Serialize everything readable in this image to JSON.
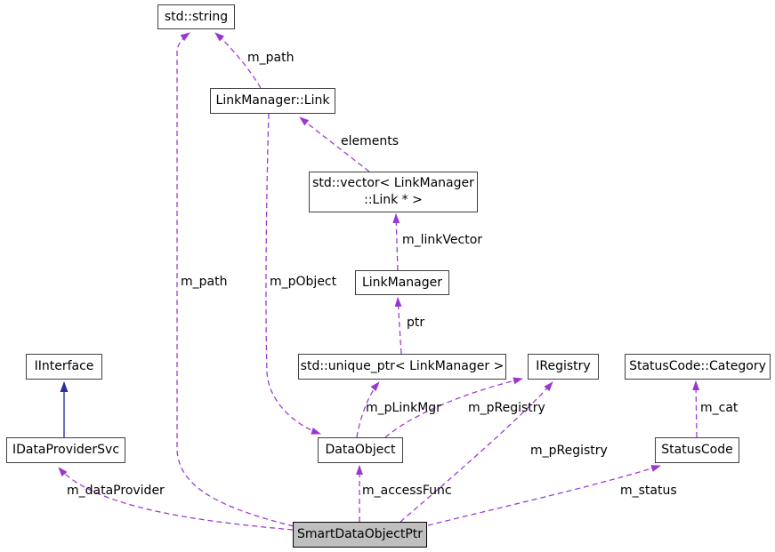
{
  "diagram": {
    "kind": "collaboration-graph",
    "colors": {
      "background": "#ffffff",
      "usage_edge": "#9a36d2",
      "inheritance_edge": "#2b3398",
      "node_fill": "#ffffff",
      "node_border": "#404040",
      "highlight_fill": "#bfbfbf",
      "highlight_border": "#000000"
    },
    "nodes": {
      "std_string": {
        "label": "std::string"
      },
      "linkmanager_link": {
        "label": "LinkManager::Link"
      },
      "std_vector": {
        "label_line1": "std::vector< LinkManager",
        "label_line2": "::Link * >"
      },
      "linkmanager": {
        "label": "LinkManager"
      },
      "iinterface": {
        "label": "IInterface"
      },
      "std_unique_ptr": {
        "label": "std::unique_ptr< LinkManager >"
      },
      "iregistry": {
        "label": "IRegistry"
      },
      "statuscode_category": {
        "label": "StatusCode::Category"
      },
      "idataprovidersvc": {
        "label": "IDataProviderSvc"
      },
      "dataobject": {
        "label": "DataObject"
      },
      "statuscode": {
        "label": "StatusCode"
      },
      "smartdataobjectptr": {
        "label": "SmartDataObjectPtr"
      }
    },
    "edges": [
      {
        "label": "m_path",
        "from": "LinkManager::Link",
        "to": "std::string",
        "style": "dashed"
      },
      {
        "label": "m_path",
        "from": "SmartDataObjectPtr",
        "to": "std::string",
        "style": "dashed"
      },
      {
        "label": "elements",
        "from": "std::vector< LinkManager ::Link * >",
        "to": "LinkManager::Link",
        "style": "dashed"
      },
      {
        "label": "m_linkVector",
        "from": "LinkManager",
        "to": "std::vector< LinkManager ::Link * >",
        "style": "dashed"
      },
      {
        "label": "ptr",
        "from": "std::unique_ptr< LinkManager >",
        "to": "LinkManager",
        "style": "dashed"
      },
      {
        "label": "m_pObject",
        "from": "LinkManager::Link",
        "to": "DataObject",
        "style": "dashed"
      },
      {
        "label": "m_pLinkMgr",
        "from": "DataObject",
        "to": "std::unique_ptr< LinkManager >",
        "style": "dashed"
      },
      {
        "label": "m_pRegistry",
        "from": "DataObject",
        "to": "IRegistry",
        "style": "dashed"
      },
      {
        "label": "m_pRegistry",
        "from": "SmartDataObjectPtr",
        "to": "IRegistry",
        "style": "dashed"
      },
      {
        "label": "m_cat",
        "from": "StatusCode",
        "to": "StatusCode::Category",
        "style": "dashed"
      },
      {
        "label": "m_status",
        "from": "SmartDataObjectPtr",
        "to": "StatusCode",
        "style": "dashed"
      },
      {
        "label": "m_dataProvider",
        "from": "SmartDataObjectPtr",
        "to": "IDataProviderSvc",
        "style": "dashed"
      },
      {
        "label": "m_accessFunc",
        "from": "SmartDataObjectPtr",
        "to": "DataObject",
        "style": "dashed"
      },
      {
        "label": "",
        "from": "IDataProviderSvc",
        "to": "IInterface",
        "style": "solid-inheritance"
      }
    ]
  }
}
